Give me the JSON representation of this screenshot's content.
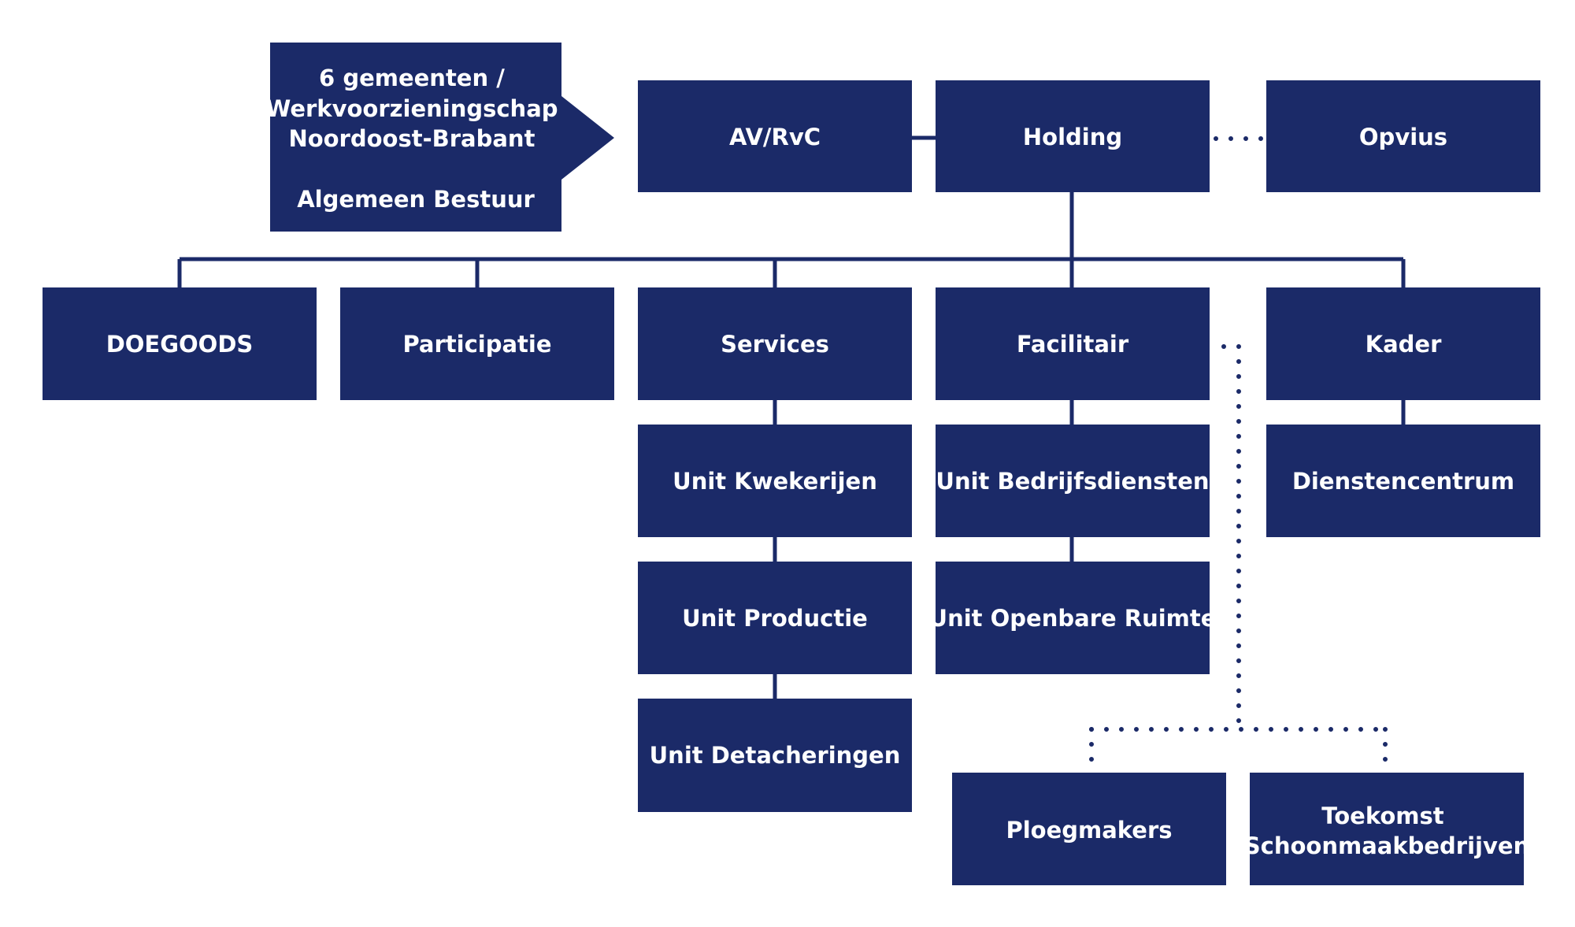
{
  "colors": {
    "box_fill": "#1b2a68",
    "line": "#1b2a68",
    "text": "#ffffff",
    "background": "#ffffff"
  },
  "governance": {
    "lines": [
      "6 gemeenten /",
      "Werkvoorzieningschap",
      "Noordoost-Brabant",
      "",
      "Algemeen Bestuur"
    ]
  },
  "top": {
    "av_rvc": "AV/RvC",
    "holding": "Holding",
    "opvius": "Opvius"
  },
  "divisions": {
    "doegoods": "DOEGOODS",
    "participatie": "Participatie",
    "services": "Services",
    "facilitair": "Facilitair",
    "kader": "Kader"
  },
  "units": {
    "kwekerijen": "Unit Kwekerijen",
    "productie": "Unit Productie",
    "detacheringen": "Unit Detacheringen",
    "bedrijfsdiensten": "Unit Bedrijfsdiensten",
    "openbare_ruimte": "Unit Openbare Ruimte",
    "dienstencentrum": "Dienstencentrum"
  },
  "affiliates": {
    "ploegmakers": "Ploegmakers",
    "toekomst": [
      "Toekomst",
      "Schoonmaakbedrijven"
    ]
  }
}
